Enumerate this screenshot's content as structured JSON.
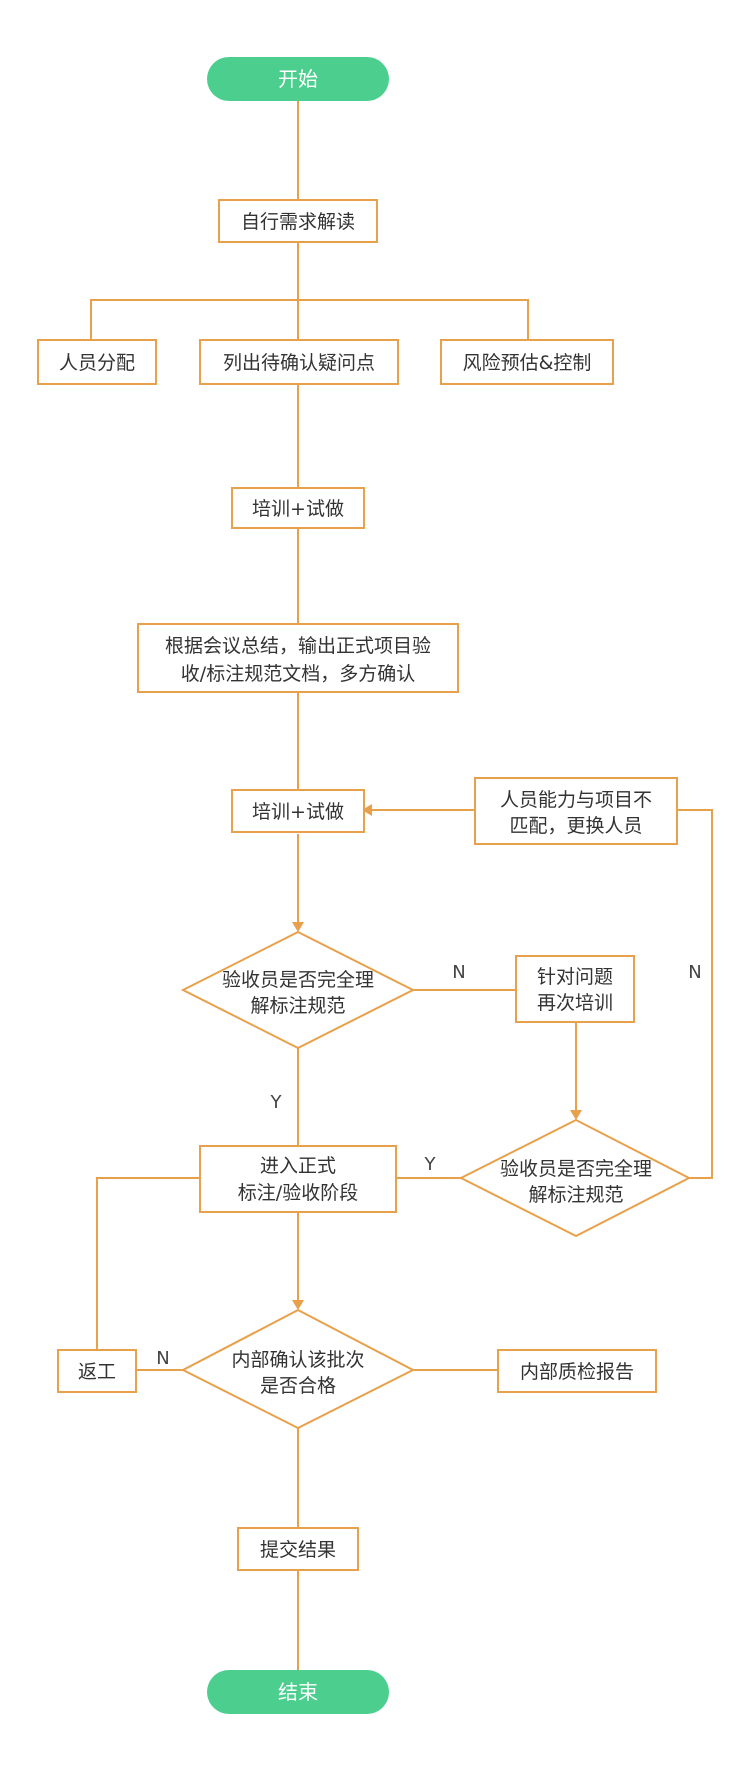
{
  "nodes": {
    "start": "开始",
    "read_requirements": "自行需求解读",
    "staffing": "人员分配",
    "list_questions": "列出待确认疑问点",
    "risk": "风险预估&控制",
    "train1": "培训+试做",
    "summary_line1": "根据会议总结，输出正式项目验",
    "summary_line2": "收/标注规范文档，多方确认",
    "train2": "培训+试做",
    "mismatch_line1": "人员能力与项目不",
    "mismatch_line2": "匹配，更换人员",
    "check1_line1": "验收员是否完全理",
    "check1_line2": "解标注规范",
    "retrain_line1": "针对问题",
    "retrain_line2": "再次培训",
    "check2_line1": "验收员是否完全理",
    "check2_line2": "解标注规范",
    "formal_line1": "进入正式",
    "formal_line2": "标注/验收阶段",
    "rework": "返工",
    "internal_line1": "内部确认该批次",
    "internal_line2": "是否合格",
    "report": "内部质检报告",
    "submit": "提交结果",
    "end": "结束"
  },
  "labels": {
    "check1_no": "N",
    "check1_yes": "Y",
    "check2_yes": "Y",
    "check2_no": "N",
    "internal_no": "N"
  }
}
